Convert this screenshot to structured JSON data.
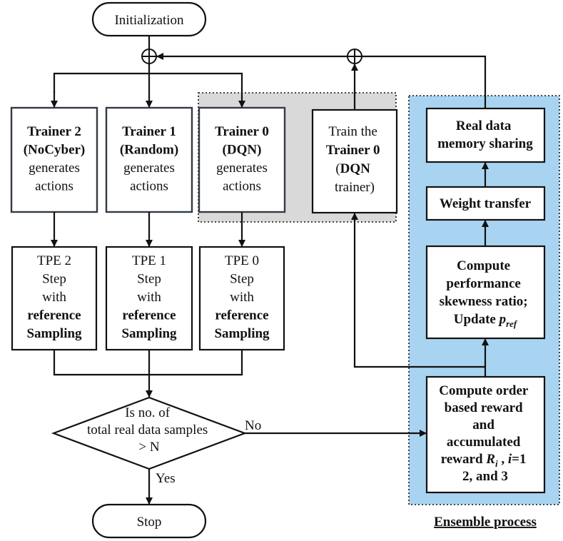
{
  "colors": {
    "ensemble_fill": "#a9d4f1",
    "gray_fill": "#d9d9d9",
    "trainer_fill": "#f3f6fb",
    "line": "#111111"
  },
  "nodes": {
    "initialization": "Initialization",
    "stop": "Stop",
    "trainer2": [
      {
        "t": "Trainer 2",
        "b": true
      },
      {
        "t": "(NoCyber)",
        "b": true
      },
      {
        "t": "generates",
        "b": false
      },
      {
        "t": "actions",
        "b": false
      }
    ],
    "trainer1": [
      {
        "t": "Trainer 1",
        "b": true
      },
      {
        "t": "(Random)",
        "b": true
      },
      {
        "t": "generates",
        "b": false
      },
      {
        "t": "actions",
        "b": false
      }
    ],
    "trainer0": [
      {
        "t": "Trainer 0",
        "b": true
      },
      {
        "t": "(DQN)",
        "b": true
      },
      {
        "t": "generates",
        "b": false
      },
      {
        "t": "actions",
        "b": false
      }
    ],
    "train_trainer0": [
      {
        "t": "Train the",
        "b": false
      },
      {
        "t": "Trainer 0",
        "b": true
      },
      {
        "t": "(DQN",
        "b": true,
        "tail": {
          "t": "",
          "b": false
        }
      },
      {
        "t": "trainer)",
        "b": false
      }
    ],
    "train_trainer0_open": "(",
    "train_trainer0_dqn": "DQN",
    "tpe2": [
      {
        "t": "TPE 2",
        "b": false
      },
      {
        "t": "Step",
        "b": false
      },
      {
        "t": "with",
        "b": false
      },
      {
        "t": "reference",
        "b": true
      },
      {
        "t": "Sampling",
        "b": true
      }
    ],
    "tpe1": [
      {
        "t": "TPE 1",
        "b": false
      },
      {
        "t": "Step",
        "b": false
      },
      {
        "t": "with",
        "b": false
      },
      {
        "t": "reference",
        "b": true
      },
      {
        "t": "Sampling",
        "b": true
      }
    ],
    "tpe0": [
      {
        "t": "TPE 0",
        "b": false
      },
      {
        "t": "Step",
        "b": false
      },
      {
        "t": "with",
        "b": false
      },
      {
        "t": "reference",
        "b": true
      },
      {
        "t": "Sampling",
        "b": true
      }
    ],
    "decision": [
      "Is  no. of",
      "total real data samples",
      "> N"
    ],
    "memory_sharing": [
      "Real data",
      "memory sharing"
    ],
    "weight_transfer": "Weight transfer",
    "skewness": {
      "lines": [
        "Compute",
        "performance",
        "skewness ratio;"
      ],
      "update_prefix": "Update ",
      "p_symbol": "p",
      "p_subscript": "ref"
    },
    "order_reward": {
      "lines": [
        "Compute order",
        "based reward",
        "and",
        "accumulated"
      ],
      "reward_prefix": "reward ",
      "r_symbol": "R",
      "r_subscript": "i",
      "i_part_sep": " , ",
      "i_symbol": "i",
      "i_part_rest": "=1",
      "last_line": "2, and 3"
    }
  },
  "labels": {
    "no": "No",
    "yes": "Yes",
    "ensemble_process": "Ensemble process"
  }
}
